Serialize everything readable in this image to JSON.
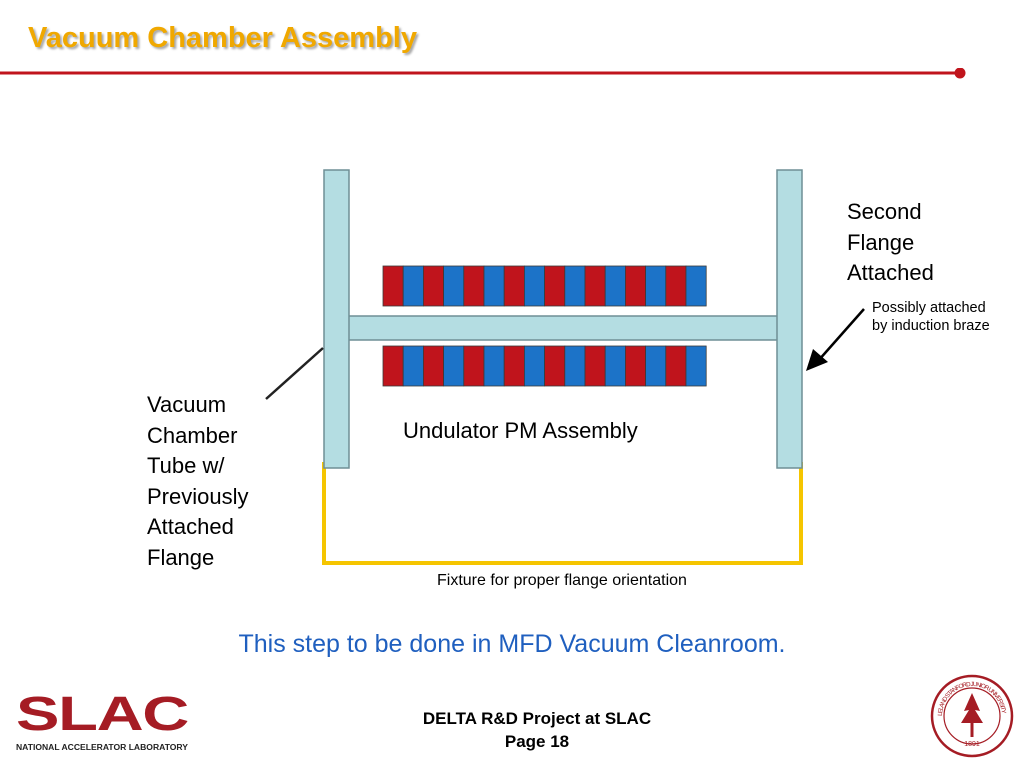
{
  "title": "Vacuum Chamber Assembly",
  "colors": {
    "title": "#f0a800",
    "rule": "#c0141c",
    "flange": "#b4dde2",
    "magnet_red": "#c0141c",
    "magnet_blue": "#1c73c8",
    "fixture": "#f5c500",
    "caption": "#1f5fbf"
  },
  "diagram": {
    "label_second_flange": "Second\nFlange\nAttached",
    "label_braze": "Possibly attached\nby induction braze",
    "label_chamber_tube": "Vacuum\nChamber\nTube w/\nPreviously\nAttached\nFlange",
    "label_undulator": "Undulator PM Assembly",
    "label_fixture": "Fixture for proper flange orientation",
    "magnet_blocks_per_row": 16,
    "magnet_rows": 2
  },
  "caption": "This step to be done in MFD Vacuum Cleanroom.",
  "footer": {
    "line1": "DELTA R&D Project at SLAC",
    "line2": "Page 18"
  },
  "logos": {
    "slac_wordmark": "SLAC",
    "slac_tagline": "NATIONAL ACCELERATOR LABORATORY",
    "seal_text": "LELAND STANFORD JUNIOR UNIVERSITY",
    "seal_year": "1891"
  }
}
